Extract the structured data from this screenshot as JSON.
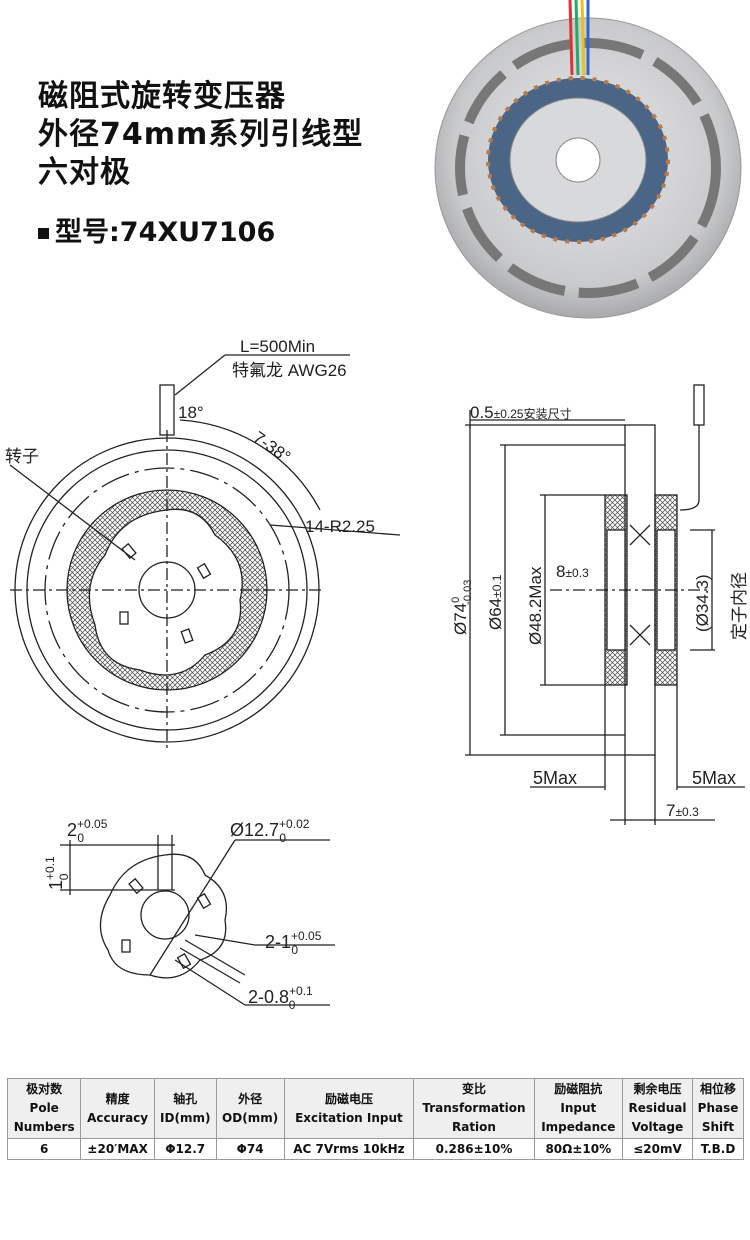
{
  "header": {
    "title_lines": [
      "磁阻式旋转变压器",
      "外径74mm系列引线型",
      "六对极"
    ],
    "model_label": "型号:74XU7106"
  },
  "drawing": {
    "lead_length": "L=500Min",
    "lead_wire": "特氟龙 AWG26",
    "angle_18": "18°",
    "angle_7_38": "7-38°",
    "rotor_label": "转子",
    "slot_radius": "14-R2.25",
    "mount_dim": "0.5",
    "mount_tol": "±0.25安装尺寸",
    "od_dim": "Ø74",
    "od_tol_upper": "0",
    "od_tol_lower": "-0.03",
    "d64": "Ø64",
    "d64_tol": "±0.1",
    "d48": "Ø48.2Max",
    "thick8": "8",
    "thick8_tol": "±0.3",
    "stator_id": "(Ø34.3)",
    "stator_id_label": "定子内径",
    "left_5max": "5Max",
    "right_5max": "5Max",
    "width7": "7",
    "width7_tol": "±0.3",
    "key2": "2",
    "key2_upper": "+0.05",
    "key2_lower": "0",
    "bore": "Ø12.7",
    "bore_upper": "+0.02",
    "bore_lower": "0",
    "key1": "1",
    "key1_upper": "+0.1",
    "key1_lower": "0",
    "slot2_1": "2-1",
    "slot2_1_upper": "+0.05",
    "slot2_1_lower": "0",
    "slot2_08": "2-0.8",
    "slot2_08_upper": "+0.1",
    "slot2_08_lower": "0"
  },
  "spec_table": {
    "headers": [
      [
        "极对数",
        "Pole",
        "Numbers"
      ],
      [
        "精度",
        "Accuracy"
      ],
      [
        "轴孔",
        "ID(mm)"
      ],
      [
        "外径",
        "OD(mm)"
      ],
      [
        "励磁电压",
        "Excitation Input"
      ],
      [
        "变比",
        "Transformation",
        "Ration"
      ],
      [
        "励磁阻抗",
        "Input",
        "Impedance"
      ],
      [
        "剩余电压",
        "Residual",
        "Voltage"
      ],
      [
        "相位移",
        "Phase",
        "Shift"
      ]
    ],
    "row": [
      "6",
      "±20′MAX",
      "Φ12.7",
      "Φ74",
      "AC 7Vrms 10kHz",
      "0.286±10%",
      "80Ω±10%",
      "≤20mV",
      "T.B.D"
    ]
  }
}
